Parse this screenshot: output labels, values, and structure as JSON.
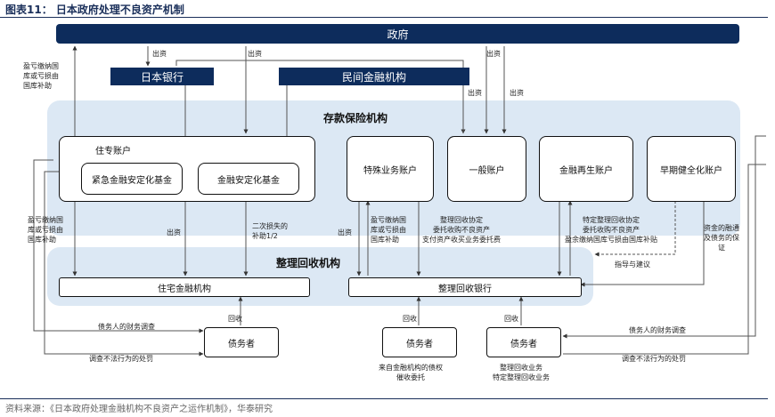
{
  "header": {
    "title": "图表11：  日本政府处理不良资产机制"
  },
  "source": "资料来源：《日本政府处理金融机构不良资产之运作机制》，华泰研究",
  "nodes": {
    "government": "政府",
    "boj": "日本银行",
    "private": "民间金融机构",
    "dic": "存款保险机构",
    "housing_account": "住专账户",
    "emergency_fund": "紧急金融安定化基金",
    "stabilization_fund": "金融安定化基金",
    "special_account": "特殊业务账户",
    "general_account": "一般账户",
    "revival_account": "金融再生账户",
    "early_account": "早期健全化账户",
    "rcc_org": "整理回收机构",
    "hlac": "住宅金融机构",
    "rcb": "整理回收银行",
    "debtor1": "债务者",
    "debtor2": "债务者",
    "debtor3": "债务者"
  },
  "labels": {
    "left_top": [
      "盈亏缴纳国",
      "库或亏损由",
      "国库补助"
    ],
    "left_mid": [
      "盈亏缴纳国",
      "库或亏损由",
      "国库补助"
    ],
    "fund_boj": "出资",
    "fund_gov1": "出资",
    "fund_gov2": "出资",
    "fund_private": "出资",
    "fund_gov3": "出资",
    "fund_housing": "出资",
    "second_loss": [
      "二次损失的",
      "补助1/2"
    ],
    "fund_special": "出资",
    "special_mid": [
      "盈亏缴纳国",
      "库或亏损由",
      "国库补助"
    ],
    "rcb_agreement": [
      "整理回收协定",
      "委托收购不良资产",
      "支付资产收买业务委托费"
    ],
    "specific_agreement": [
      "特定整理回收协定",
      "委托收购不良资产",
      "盈余缴纳国库亏损由国库补贴"
    ],
    "guidance": "指导与建议",
    "funding_guarantee": [
      "资金的融通",
      "及债务的保",
      "证"
    ],
    "collect1": "回收",
    "collect2": "回收",
    "collect3": "回收",
    "debtor_invest_left": "债务人的财务调查",
    "illegal_left": "调查不法行为的处罚",
    "debtor_invest_right": "债务人的财务调查",
    "illegal_right": "调查不法行为的处罚",
    "debtor2_note": [
      "来自金融机构的债权",
      "催收委托"
    ],
    "debtor3_note": [
      "整理回收业务",
      "特定整理回收业务"
    ]
  }
}
